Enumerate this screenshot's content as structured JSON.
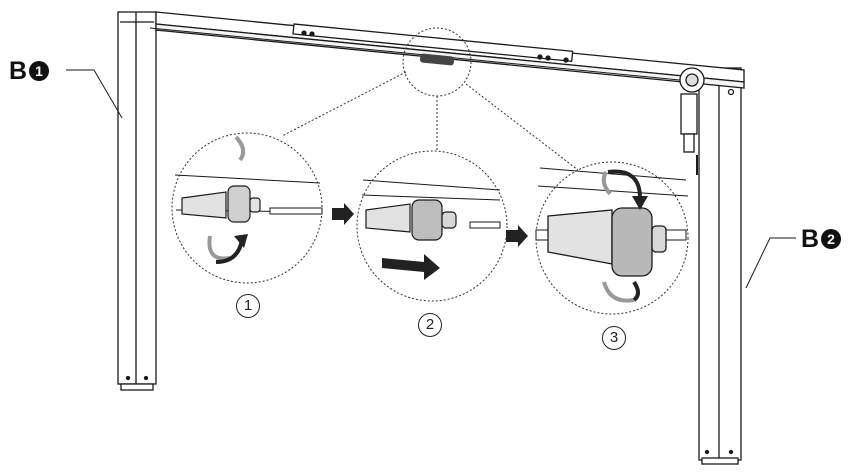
{
  "labels": {
    "left_leg": {
      "letter": "B",
      "number": "1"
    },
    "right_leg": {
      "letter": "B",
      "number": "2"
    }
  },
  "steps": [
    "1",
    "2",
    "3"
  ],
  "colors": {
    "line": "#1a1a1a",
    "grey_arrow": "#9a9a9a",
    "dark_arrow": "#222222",
    "connector": "#555555"
  }
}
